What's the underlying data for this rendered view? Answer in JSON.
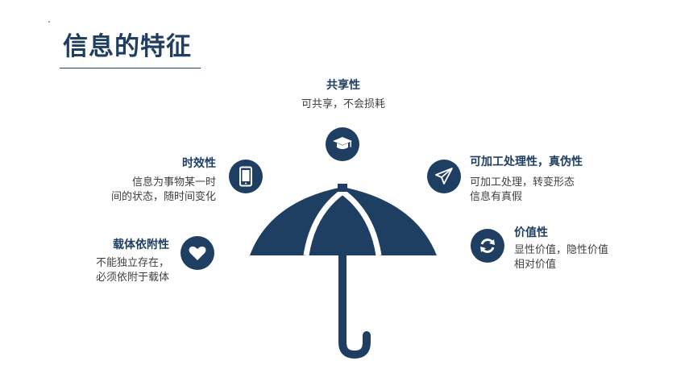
{
  "title": "信息的特征",
  "features": {
    "share": {
      "label": "共享性",
      "desc": [
        "可共享，不会损耗"
      ],
      "icon": "graduation-cap-icon"
    },
    "timeliness": {
      "label": "时效性",
      "desc": [
        "信息为事物某一时",
        "间的状态，随时间变化"
      ],
      "icon": "smartphone-icon"
    },
    "processable": {
      "label": "可加工处理性，真伪性",
      "desc": [
        "可加工处理，转变形态",
        "信息有真假"
      ],
      "icon": "paper-plane-icon"
    },
    "carrier": {
      "label": "载体依附性",
      "desc": [
        "不能独立存在，",
        "必须依附于载体"
      ],
      "icon": "heart-icon"
    },
    "value": {
      "label": "价值性",
      "desc": [
        "显性价值，隐性价值",
        "相对价值"
      ],
      "icon": "refresh-icon"
    }
  },
  "colors": {
    "primary": "#1f3f62",
    "text": "#404040",
    "background": "#ffffff"
  }
}
